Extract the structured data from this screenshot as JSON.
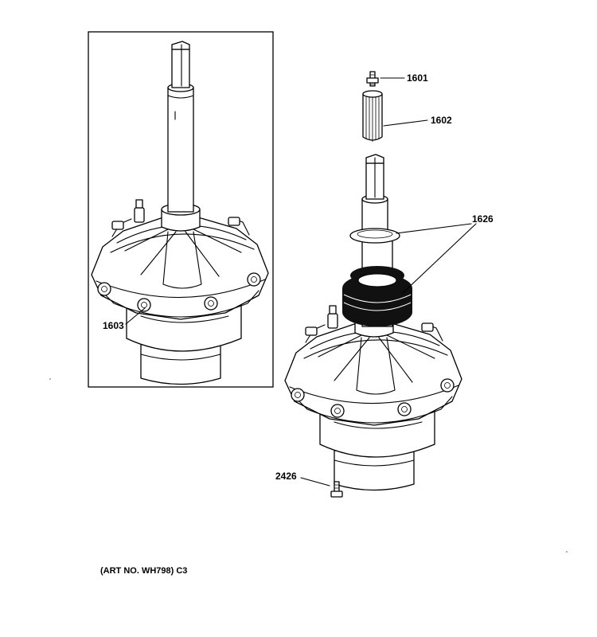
{
  "parts": {
    "p1601": "1601",
    "p1602": "1602",
    "p1626": "1626",
    "p1603": "1603",
    "p2426": "2426"
  },
  "art_number": "(ART NO. WH798) C3",
  "colors": {
    "line": "#000000",
    "paper": "#ffffff",
    "seal": "#111111"
  }
}
